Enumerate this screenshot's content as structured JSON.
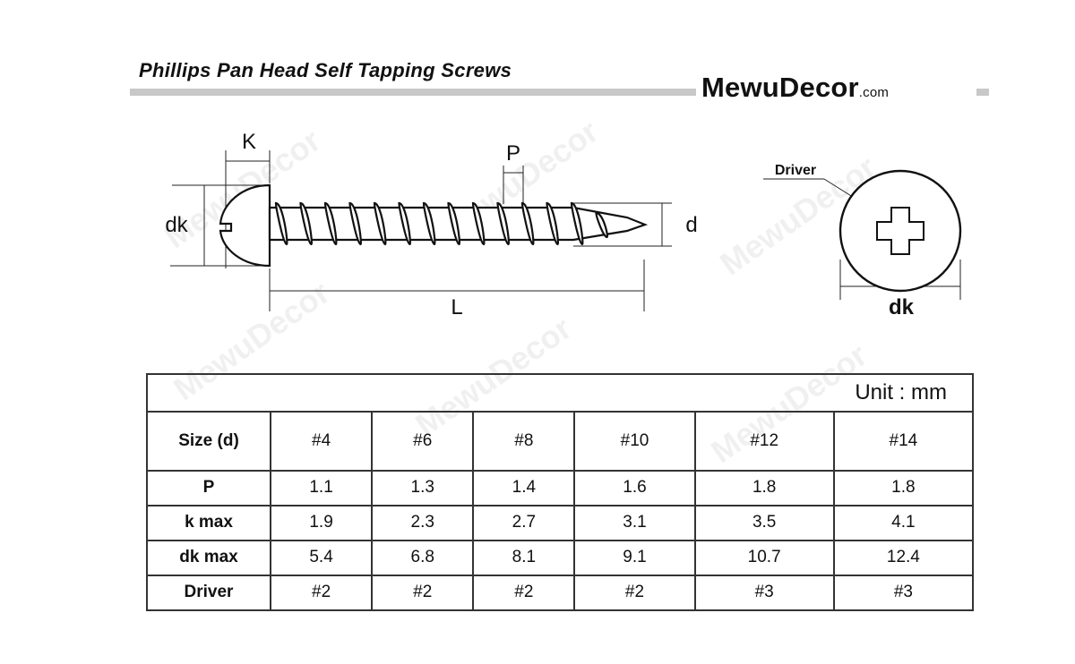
{
  "header": {
    "title": "Phillips Pan Head Self Tapping Screws",
    "brand": "MewuDecor",
    "brand_suffix": ".com"
  },
  "watermark": "MewuDecor",
  "diagram": {
    "side_view_labels": {
      "head_height": "K",
      "pitch": "P",
      "head_diameter": "dk",
      "diameter": "d",
      "length": "L"
    },
    "top_view_labels": {
      "driver": "Driver",
      "head_diameter": "dk"
    }
  },
  "table": {
    "unit": "Unit : mm",
    "header_label": "Size (d)",
    "sizes": [
      "#4",
      "#6",
      "#8",
      "#10",
      "#12",
      "#14"
    ],
    "rows": [
      {
        "label": "P",
        "values": [
          "1.1",
          "1.3",
          "1.4",
          "1.6",
          "1.8",
          "1.8"
        ]
      },
      {
        "label": "k max",
        "values": [
          "1.9",
          "2.3",
          "2.7",
          "3.1",
          "3.5",
          "4.1"
        ]
      },
      {
        "label": "dk max",
        "values": [
          "5.4",
          "6.8",
          "8.1",
          "9.1",
          "10.7",
          "12.4"
        ]
      },
      {
        "label": "Driver",
        "values": [
          "#2",
          "#2",
          "#2",
          "#2",
          "#3",
          "#3"
        ]
      }
    ]
  }
}
